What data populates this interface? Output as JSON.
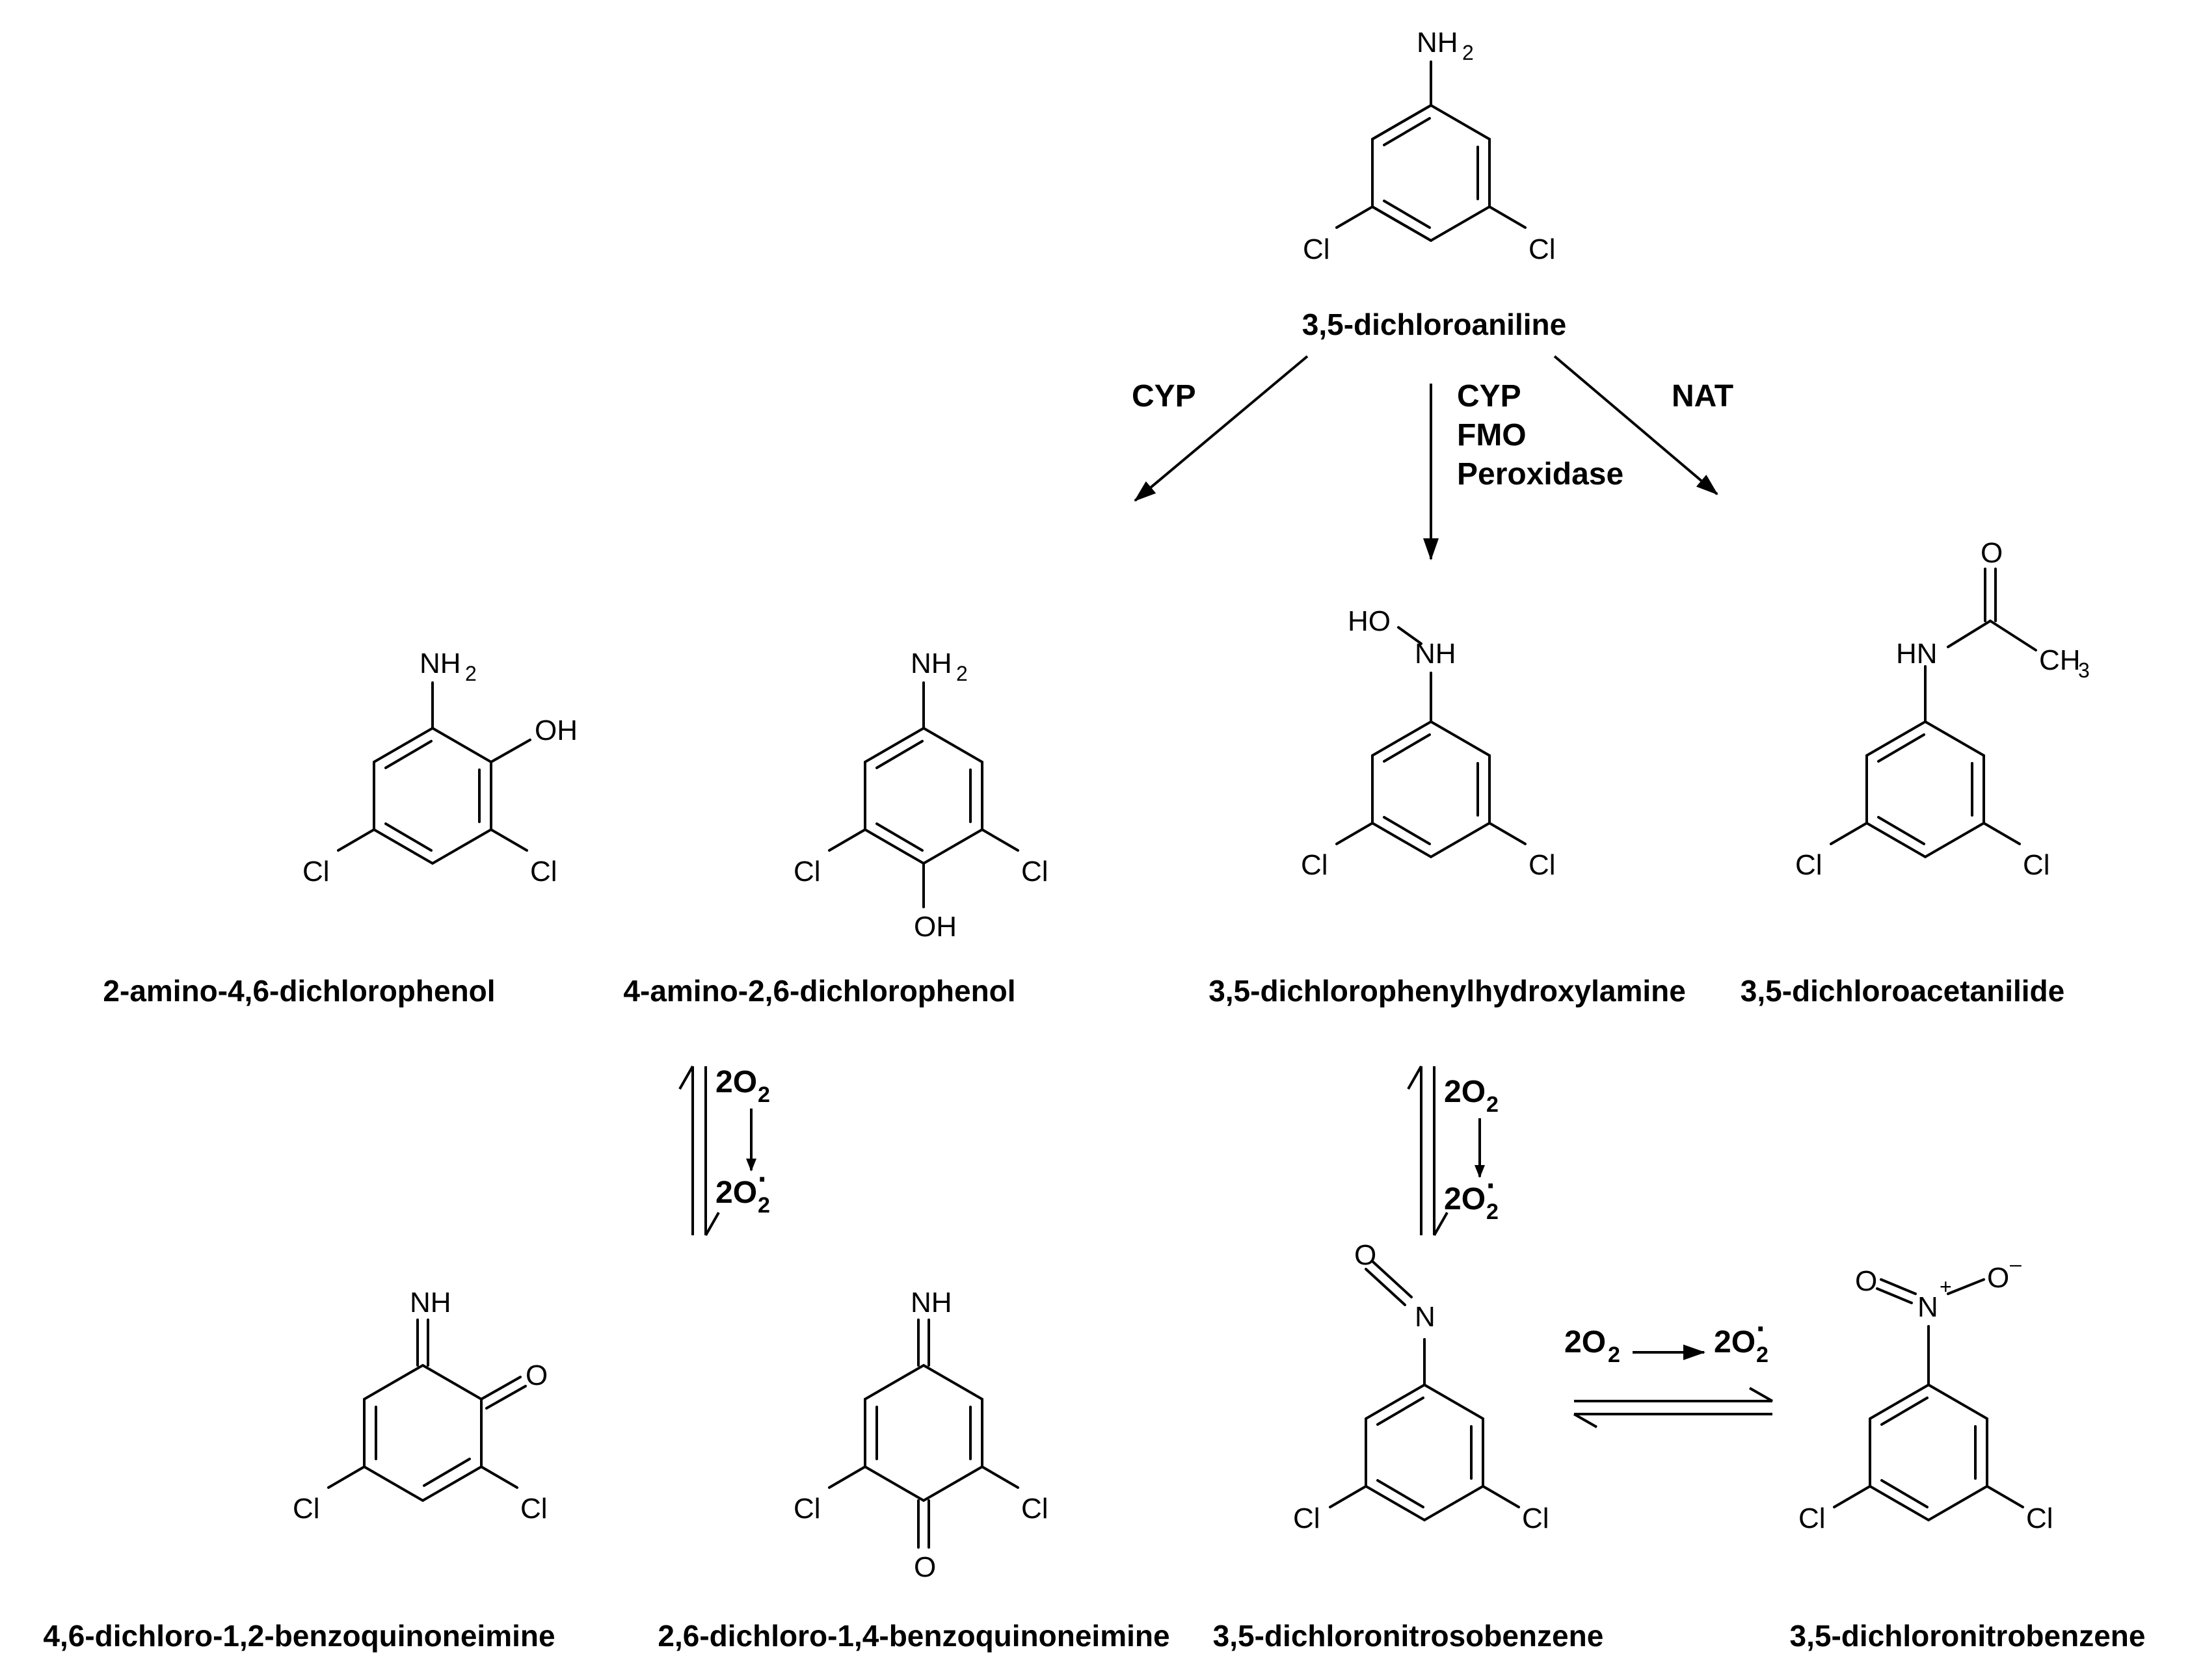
{
  "atoms": {
    "nh2": "NH",
    "h2": "2",
    "cl": "Cl",
    "oh": "OH",
    "ho": "HO",
    "nh": "NH",
    "hn": "HN",
    "o": "O",
    "ch3": "CH",
    "three": "3",
    "n": "N",
    "plus": "+",
    "minus": "–"
  },
  "compounds": {
    "dichloroaniline": "3,5-dichloroaniline",
    "amino_46_dichlorophenol": "2-amino-4,6-dichlorophenol",
    "amino_26_dichlorophenol": "4-amino-2,6-dichlorophenol",
    "phenylhydroxylamine": "3,5-dichlorophenylhydroxylamine",
    "acetanilide": "3,5-dichloroacetanilide",
    "benzoquinoneimine_12": "4,6-dichloro-1,2-benzoquinoneimine",
    "benzoquinoneimine_14": "2,6-dichloro-1,4-benzoquinoneimine",
    "nitrosobenzene": "3,5-dichloronitrosobenzene",
    "nitrobenzene": "3,5-dichloronitrobenzene"
  },
  "enzymes": {
    "left": "CYP",
    "middle_1": "CYP",
    "middle_2": "FMO",
    "middle_3": "Peroxidase",
    "right": "NAT"
  },
  "oxygen": {
    "o2_coef": "2O",
    "o2_sub": "2",
    "superoxide_coef": "2O",
    "superoxide_sub": "2",
    "superoxide_sup": "·"
  }
}
